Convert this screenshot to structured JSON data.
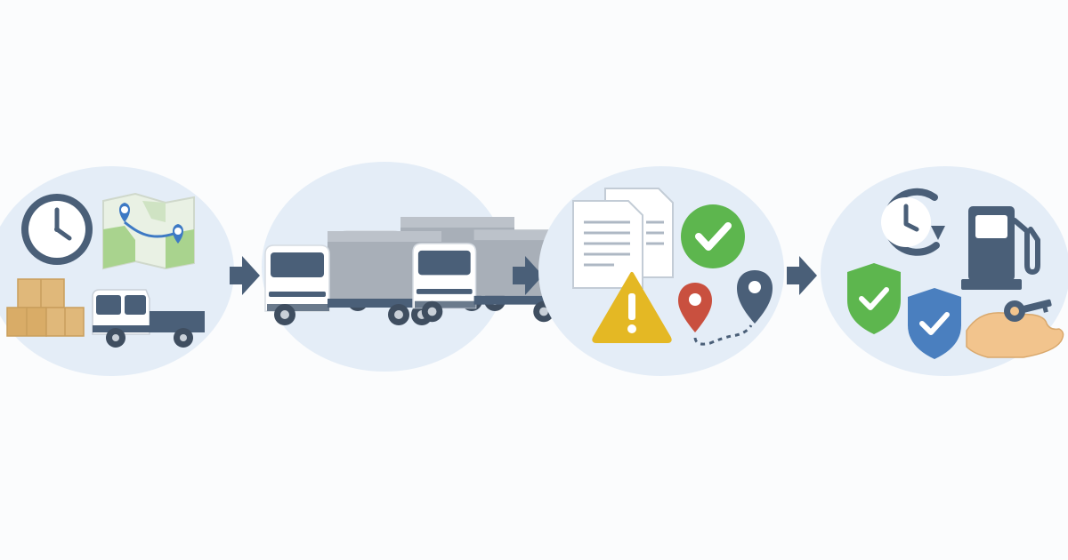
{
  "colors": {
    "background": "#fbfcfd",
    "circle_fill": "#e4edf7",
    "dark_slate": "#4a5f78",
    "truck_cab": "#ffffff",
    "truck_window": "#4a5f78",
    "cargo_grey": "#a8afb8",
    "box_tan": "#e0b87a",
    "map_green": "#a9d38e",
    "map_bg": "#e9f1e4",
    "pin_blue": "#3d79c4",
    "check_green": "#5db64e",
    "warning_yellow": "#e4b824",
    "pin_red": "#c9503f",
    "shield_blue": "#4a7fbf",
    "hand_tan": "#f2c48d",
    "arrow": "#4a5f78"
  },
  "stages": [
    {
      "id": "planning",
      "icons": [
        "clock-icon",
        "route-map-icon",
        "cargo-boxes-icon",
        "flatbed-truck-icon"
      ]
    },
    {
      "id": "fleet",
      "icons": [
        "truck-icon",
        "truck-icon",
        "truck-icon"
      ]
    },
    {
      "id": "monitoring",
      "icons": [
        "documents-icon",
        "checkmark-badge-icon",
        "warning-icon",
        "location-pin-icon",
        "route-pin-icon"
      ]
    },
    {
      "id": "completion",
      "icons": [
        "clock-history-icon",
        "fuel-pump-icon",
        "shield-check-icon",
        "shield-check-icon",
        "hand-with-key-icon"
      ]
    }
  ],
  "connectors": [
    "arrow-right-icon",
    "arrow-right-icon",
    "arrow-right-icon"
  ]
}
